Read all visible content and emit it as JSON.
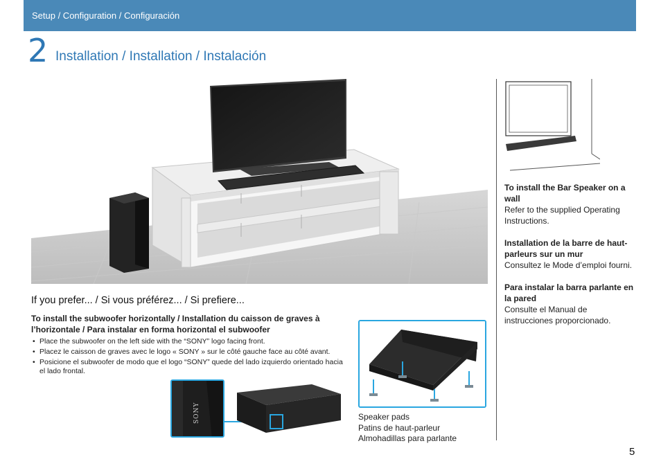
{
  "header": {
    "breadcrumb": "Setup / Configuration / Configuración",
    "bg_color": "#4a89b8"
  },
  "section": {
    "number": "2",
    "title": "Installation / Installation / Instalación",
    "accent_color": "#2f78b5"
  },
  "wall_install": {
    "notes": [
      {
        "title": "To install the Bar Speaker on a wall",
        "body": "Refer to the supplied Operating Instructions."
      },
      {
        "title": "Installation de la barre de haut-parleurs sur un mur",
        "body": "Consultez le Mode d’emploi fourni."
      },
      {
        "title": "Para instalar la barra parlante en la pared",
        "body": "Consulte el Manual de instrucciones proporcionado."
      }
    ]
  },
  "prefer": {
    "heading": "If you prefer... / Si vous préférez... / Si prefiere...",
    "subheading": "To install the subwoofer horizontally / Installation du caisson de graves à l’horizontale / Para instalar en forma horizontal el subwoofer",
    "bullets": [
      "Place the subwoofer on the left side with the “SONY” logo facing front.",
      "Placez le caisson de graves avec le logo « SONY » sur le côté gauche face au côté avant.",
      "Posicione el subwoofer de modo que el logo “SONY” quede del lado izquierdo orientado hacia el lado frontal."
    ],
    "zoom_logo": "SONY",
    "highlight_color": "#29a6e0"
  },
  "speaker_pads": {
    "captions": [
      "Speaker pads",
      "Patins de haut-parleur",
      "Almohadillas para parlante"
    ]
  },
  "page_number": "5"
}
